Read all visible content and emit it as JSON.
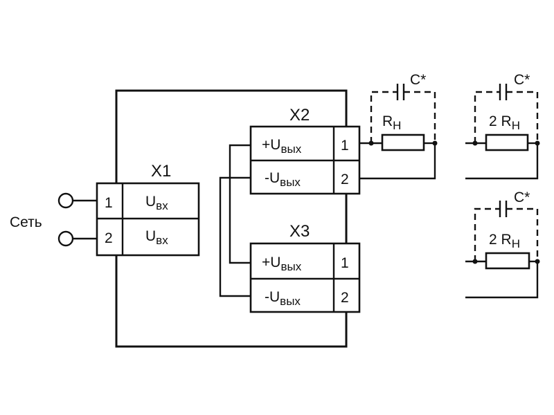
{
  "network_label": "Сеть",
  "x1": {
    "name": "X1",
    "pins": [
      {
        "num": "1",
        "label": "U",
        "sub": "вх"
      },
      {
        "num": "2",
        "label": "U",
        "sub": "вх"
      }
    ]
  },
  "x2": {
    "name": "X2",
    "pins": [
      {
        "num": "1",
        "label": "+U",
        "sub": "вых"
      },
      {
        "num": "2",
        "label": "-U",
        "sub": "вых"
      }
    ]
  },
  "x3": {
    "name": "X3",
    "pins": [
      {
        "num": "1",
        "label": "+U",
        "sub": "вых"
      },
      {
        "num": "2",
        "label": "-U",
        "sub": "вых"
      }
    ]
  },
  "loads": [
    {
      "cap": "C*",
      "res_prefix": "",
      "res": "R",
      "res_sub": "Н"
    },
    {
      "cap": "C*",
      "res_prefix": "2 ",
      "res": "R",
      "res_sub": "Н"
    },
    {
      "cap": "C*",
      "res_prefix": "2 ",
      "res": "R",
      "res_sub": "Н"
    }
  ]
}
